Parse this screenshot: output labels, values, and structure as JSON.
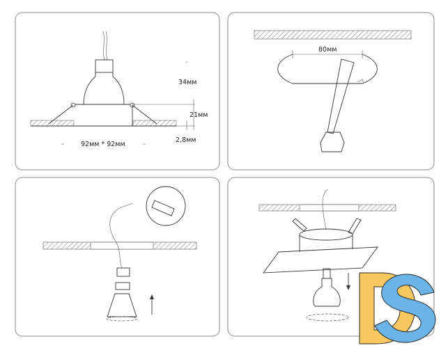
{
  "panels": {
    "dimensions": {
      "height_total": "34мм",
      "height_frame": "21мм",
      "frame_thickness": "2,8мм",
      "frame_size": "92мм * 92мм"
    },
    "cutout": {
      "hole_diameter": "80мм"
    }
  },
  "logo": {
    "text": "DS",
    "colors": {
      "d": "#f6c85f",
      "s": "#6ab4e8",
      "outline": "#2a2a2a"
    }
  }
}
